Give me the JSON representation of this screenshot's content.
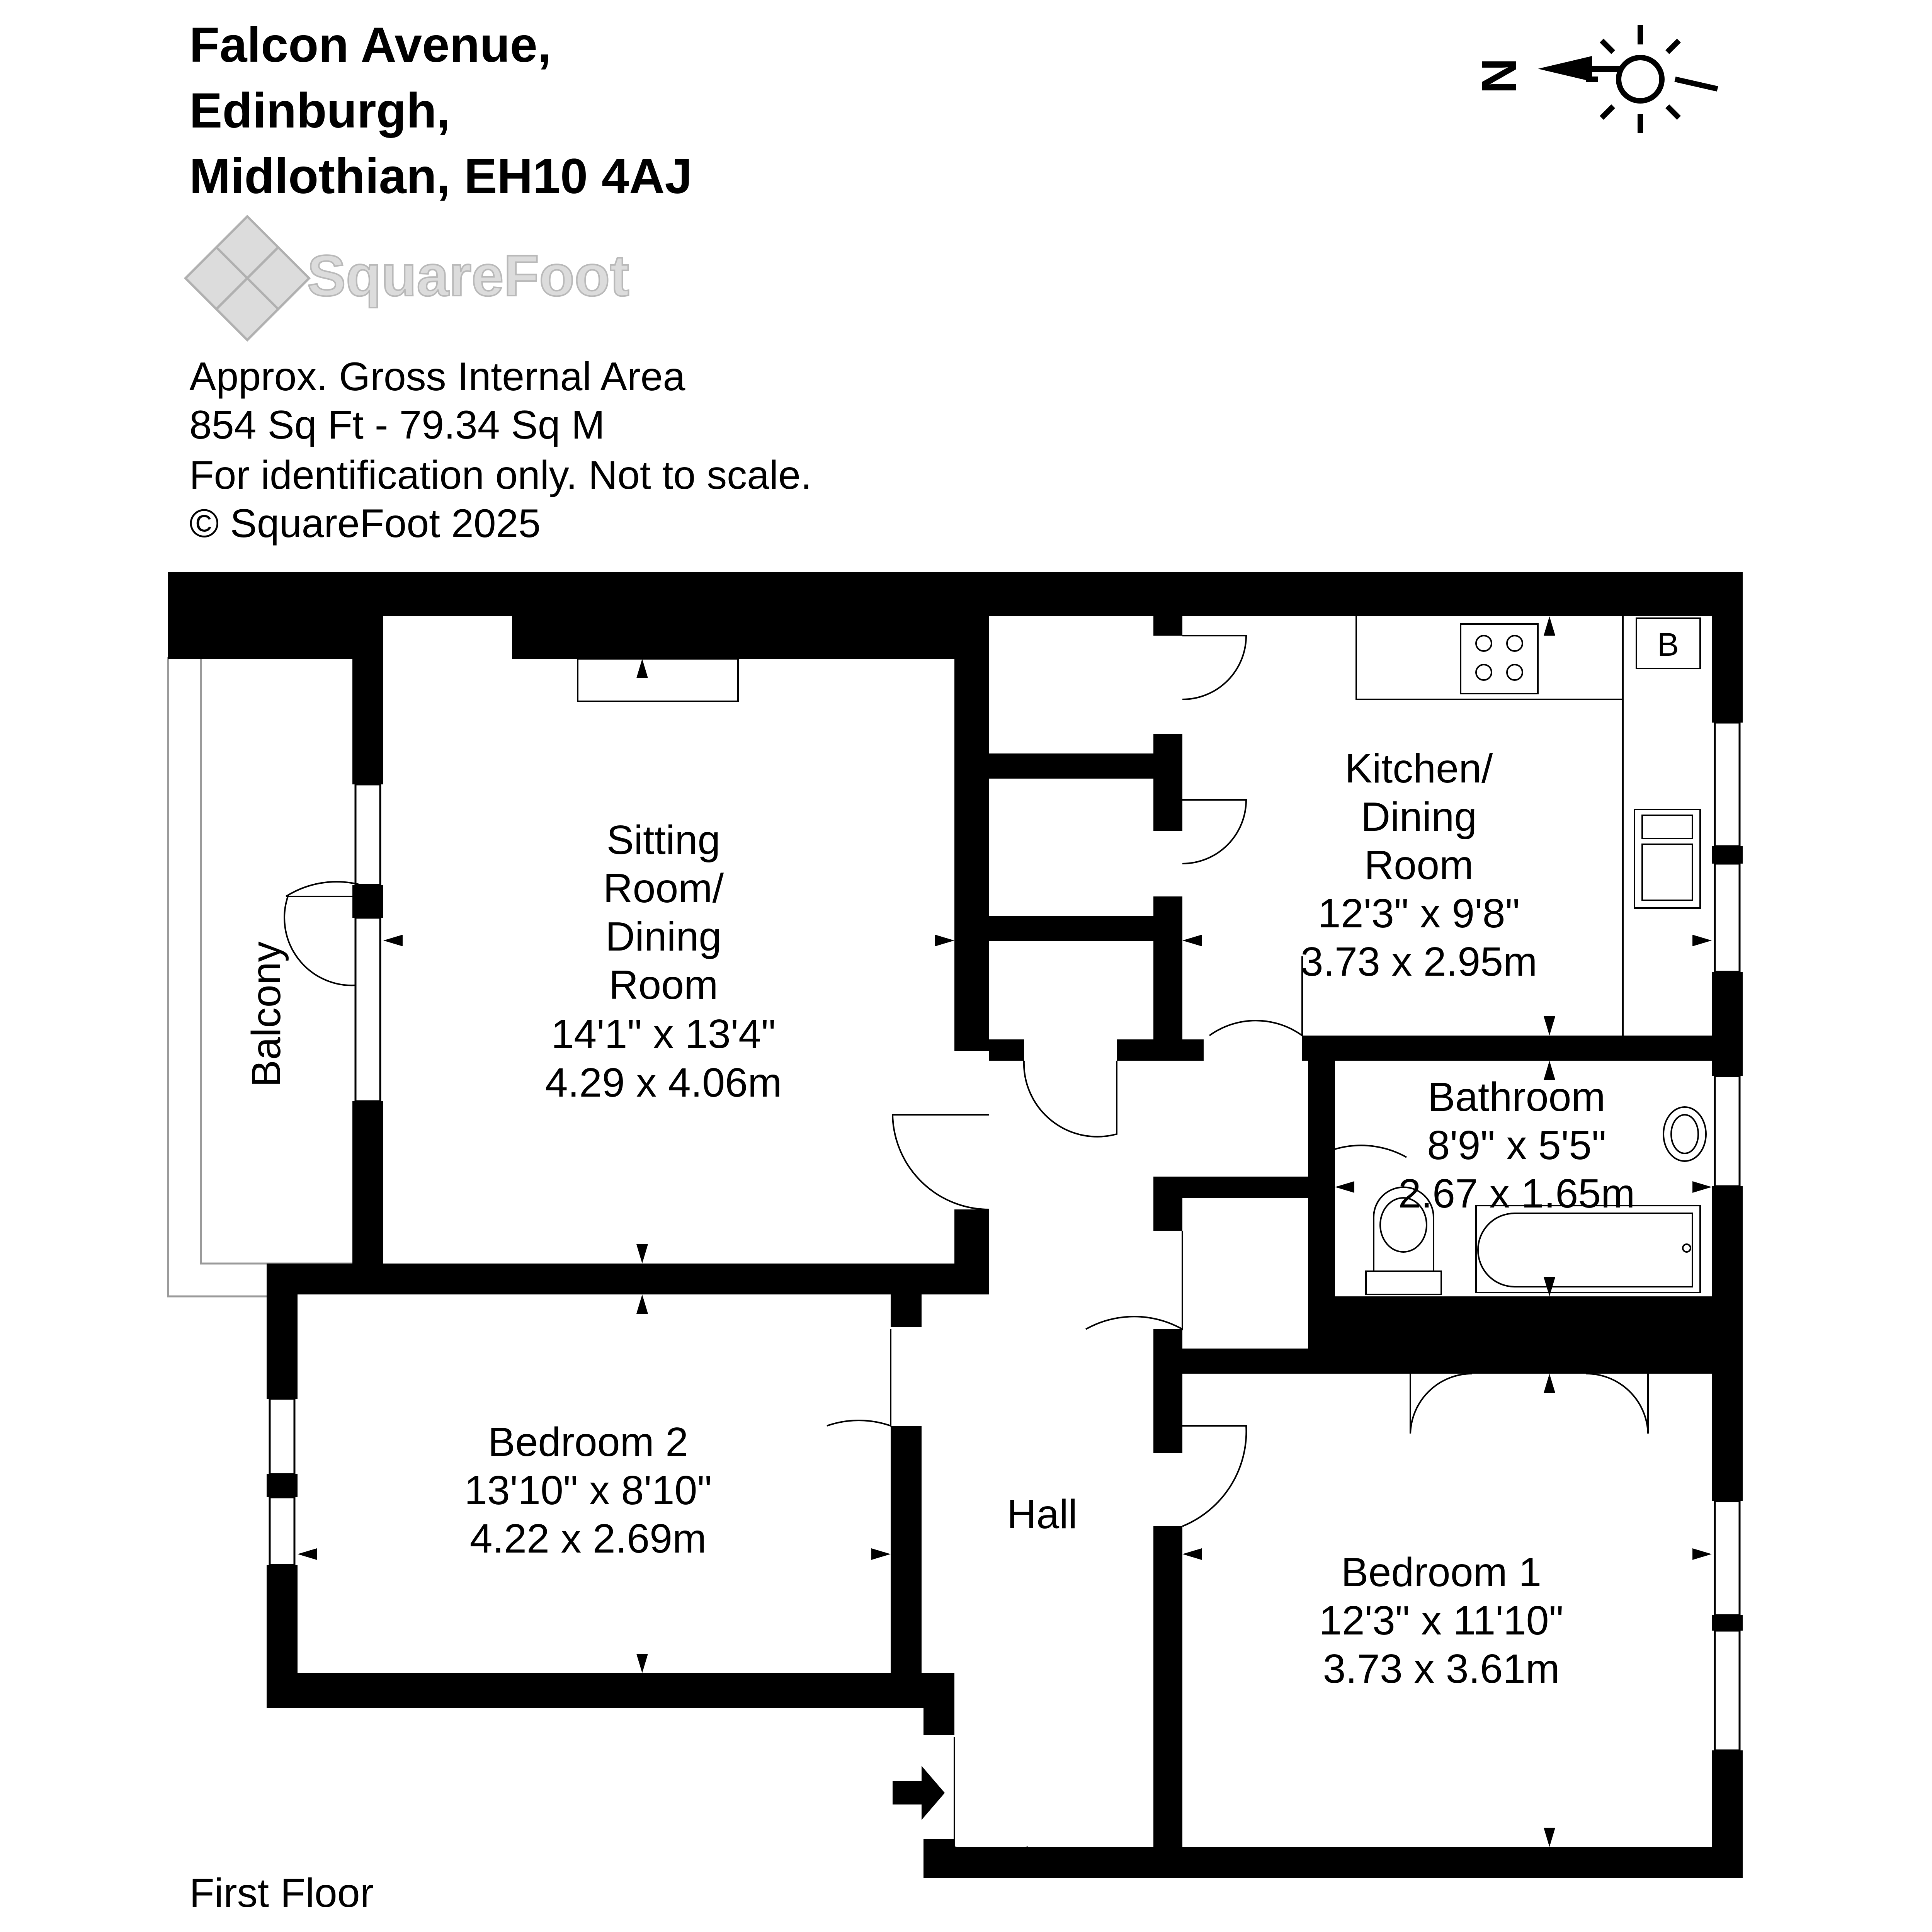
{
  "address": {
    "line1": "Falcon Avenue,",
    "line2": "Edinburgh,",
    "line3": "Midlothian, EH10 4AJ"
  },
  "logo": {
    "text": "SquareFoot"
  },
  "info": {
    "line1": "Approx. Gross Internal Area",
    "line2": "854 Sq Ft  -  79.34 Sq M",
    "line3": "For identification only. Not to scale.",
    "line4": "© SquareFoot 2025"
  },
  "compass": {
    "north": "N"
  },
  "floor_label": "First Floor",
  "rooms": {
    "sitting": {
      "l1": "Sitting",
      "l2": "Room/",
      "l3": "Dining",
      "l4": "Room",
      "imperial": "14'1\" x 13'4\"",
      "metric": "4.29 x 4.06m"
    },
    "kitchen": {
      "l1": "Kitchen/",
      "l2": "Dining",
      "l3": "Room",
      "imperial": "12'3\" x 9'8\"",
      "metric": "3.73 x 2.95m"
    },
    "bathroom": {
      "l1": "Bathroom",
      "imperial": "8'9\" x 5'5\"",
      "metric": "2.67 x 1.65m"
    },
    "bedroom2": {
      "l1": "Bedroom 2",
      "imperial": "13'10\" x 8'10\"",
      "metric": "4.22 x 2.69m"
    },
    "bedroom1": {
      "l1": "Bedroom 1",
      "imperial": "12'3\" x 11'10\"",
      "metric": "3.73 x 3.61m"
    },
    "hall": {
      "l1": "Hall"
    },
    "balcony": {
      "l1": "Balcony"
    }
  },
  "boiler_label": "B",
  "colors": {
    "wall": "#000000",
    "outline": "#9a9a9a",
    "logo_fill": "#dcdcdc"
  }
}
